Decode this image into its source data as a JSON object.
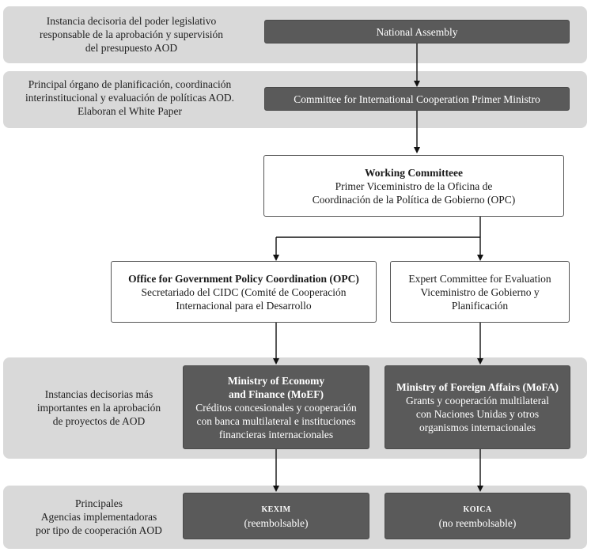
{
  "bands": [
    {
      "label_lines": [
        "Instancia decisoria del poder legislativo",
        "responsable de la aprobación y supervisión",
        "del presupuesto AOD"
      ]
    },
    {
      "label_lines": [
        "Principal órgano de planificación, coordinación",
        "interinstitucional y evaluación de políticas AOD.",
        "Elaboran el White Paper"
      ]
    },
    {
      "label_lines": [
        "Instancias decisorias más",
        "importantes en la aprobación",
        "de proyectos de AOD"
      ]
    },
    {
      "label_lines": [
        "Principales",
        "Agencias implementadoras",
        "por tipo de cooperación AOD"
      ]
    }
  ],
  "nodes": {
    "national_assembly": {
      "lines": [
        "National Assembly"
      ]
    },
    "committee_icc": {
      "lines": [
        "Committee for International Cooperation Primer Ministro"
      ]
    },
    "working_committee": {
      "title": "Working Committeee",
      "lines": [
        "Primer Viceministro de la Oficina de",
        "Coordinación de la Política de Gobierno (OPC)"
      ]
    },
    "opc": {
      "title": "Office for Government Policy Coordination (OPC)",
      "lines": [
        "Secretariado del CIDC (Comité de Cooperación",
        "Internacional para el Desarrollo"
      ]
    },
    "expert_committee": {
      "lines": [
        "Expert Committee for Evaluation",
        "Viceministro de Gobierno y",
        "Planificación"
      ]
    },
    "moef": {
      "title_lines": [
        "Ministry of Economy",
        "and Finance (MoEF)"
      ],
      "lines": [
        "Créditos concesionales y cooperación",
        "con banca multilateral e instituciones",
        "financieras internacionales"
      ]
    },
    "mofa": {
      "title": "Ministry of Foreign Affairs (MoFA)",
      "lines": [
        "Grants y cooperación multilateral",
        "con Naciones Unidas y otros",
        "organismos internacionales"
      ]
    },
    "kexim": {
      "title": "KEXIM",
      "lines": [
        "(reembolsable)"
      ]
    },
    "koica": {
      "title": "KOICA",
      "lines": [
        "(no reembolsable)"
      ]
    }
  }
}
